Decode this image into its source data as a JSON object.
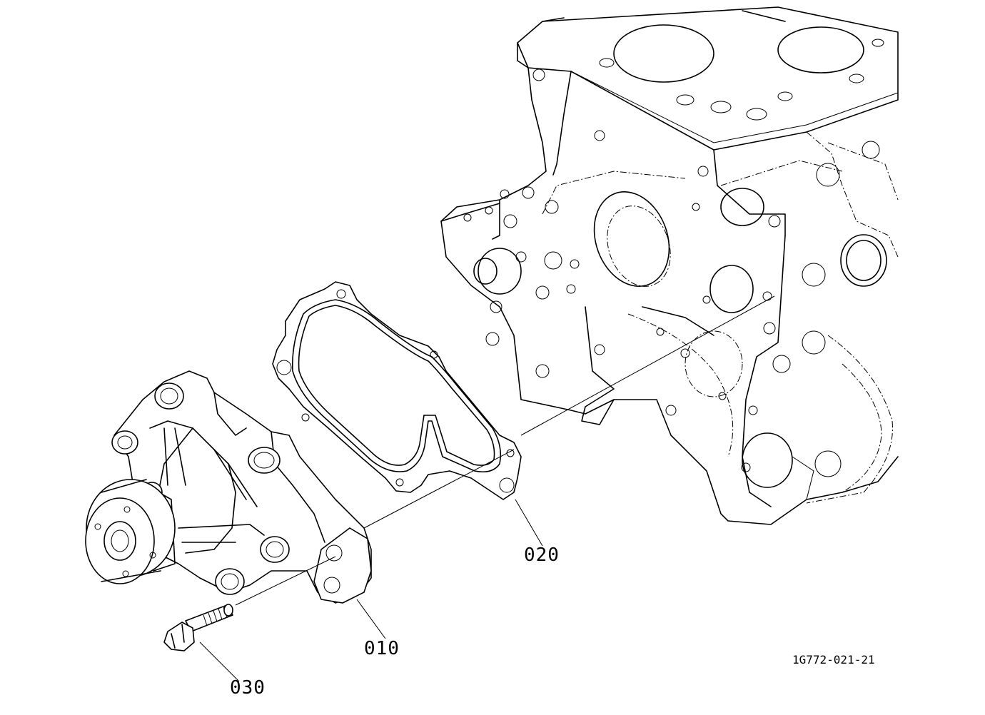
{
  "callouts": {
    "part_010": "010",
    "part_020": "020",
    "part_030": "030"
  },
  "drawing_number": "1G772-021-21"
}
